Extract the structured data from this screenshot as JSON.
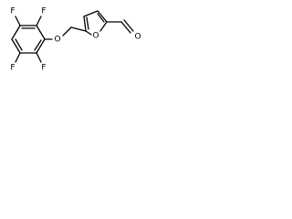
{
  "structure": {
    "atoms": {
      "f_top_left": "F",
      "f_top_right": "F",
      "f_bottom_left": "F",
      "f_bottom_right": "F",
      "ether_oxygen": "O",
      "furan_oxygen": "O",
      "aldehyde_oxygen": "O"
    }
  }
}
